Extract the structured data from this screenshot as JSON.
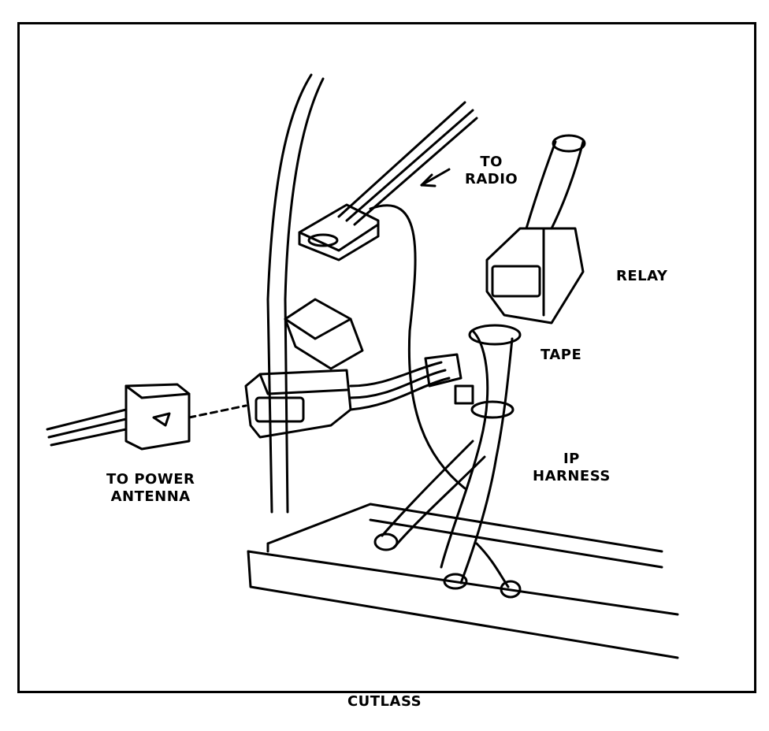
{
  "labels": {
    "to_radio_line1": "TO",
    "to_radio_line2": "RADIO",
    "relay": "RELAY",
    "tape": "TAPE",
    "ip_harness_line1": "IP",
    "ip_harness_line2": "HARNESS",
    "to_power_antenna_line1": "TO POWER",
    "to_power_antenna_line2": "ANTENNA"
  },
  "caption": "CUTLASS"
}
